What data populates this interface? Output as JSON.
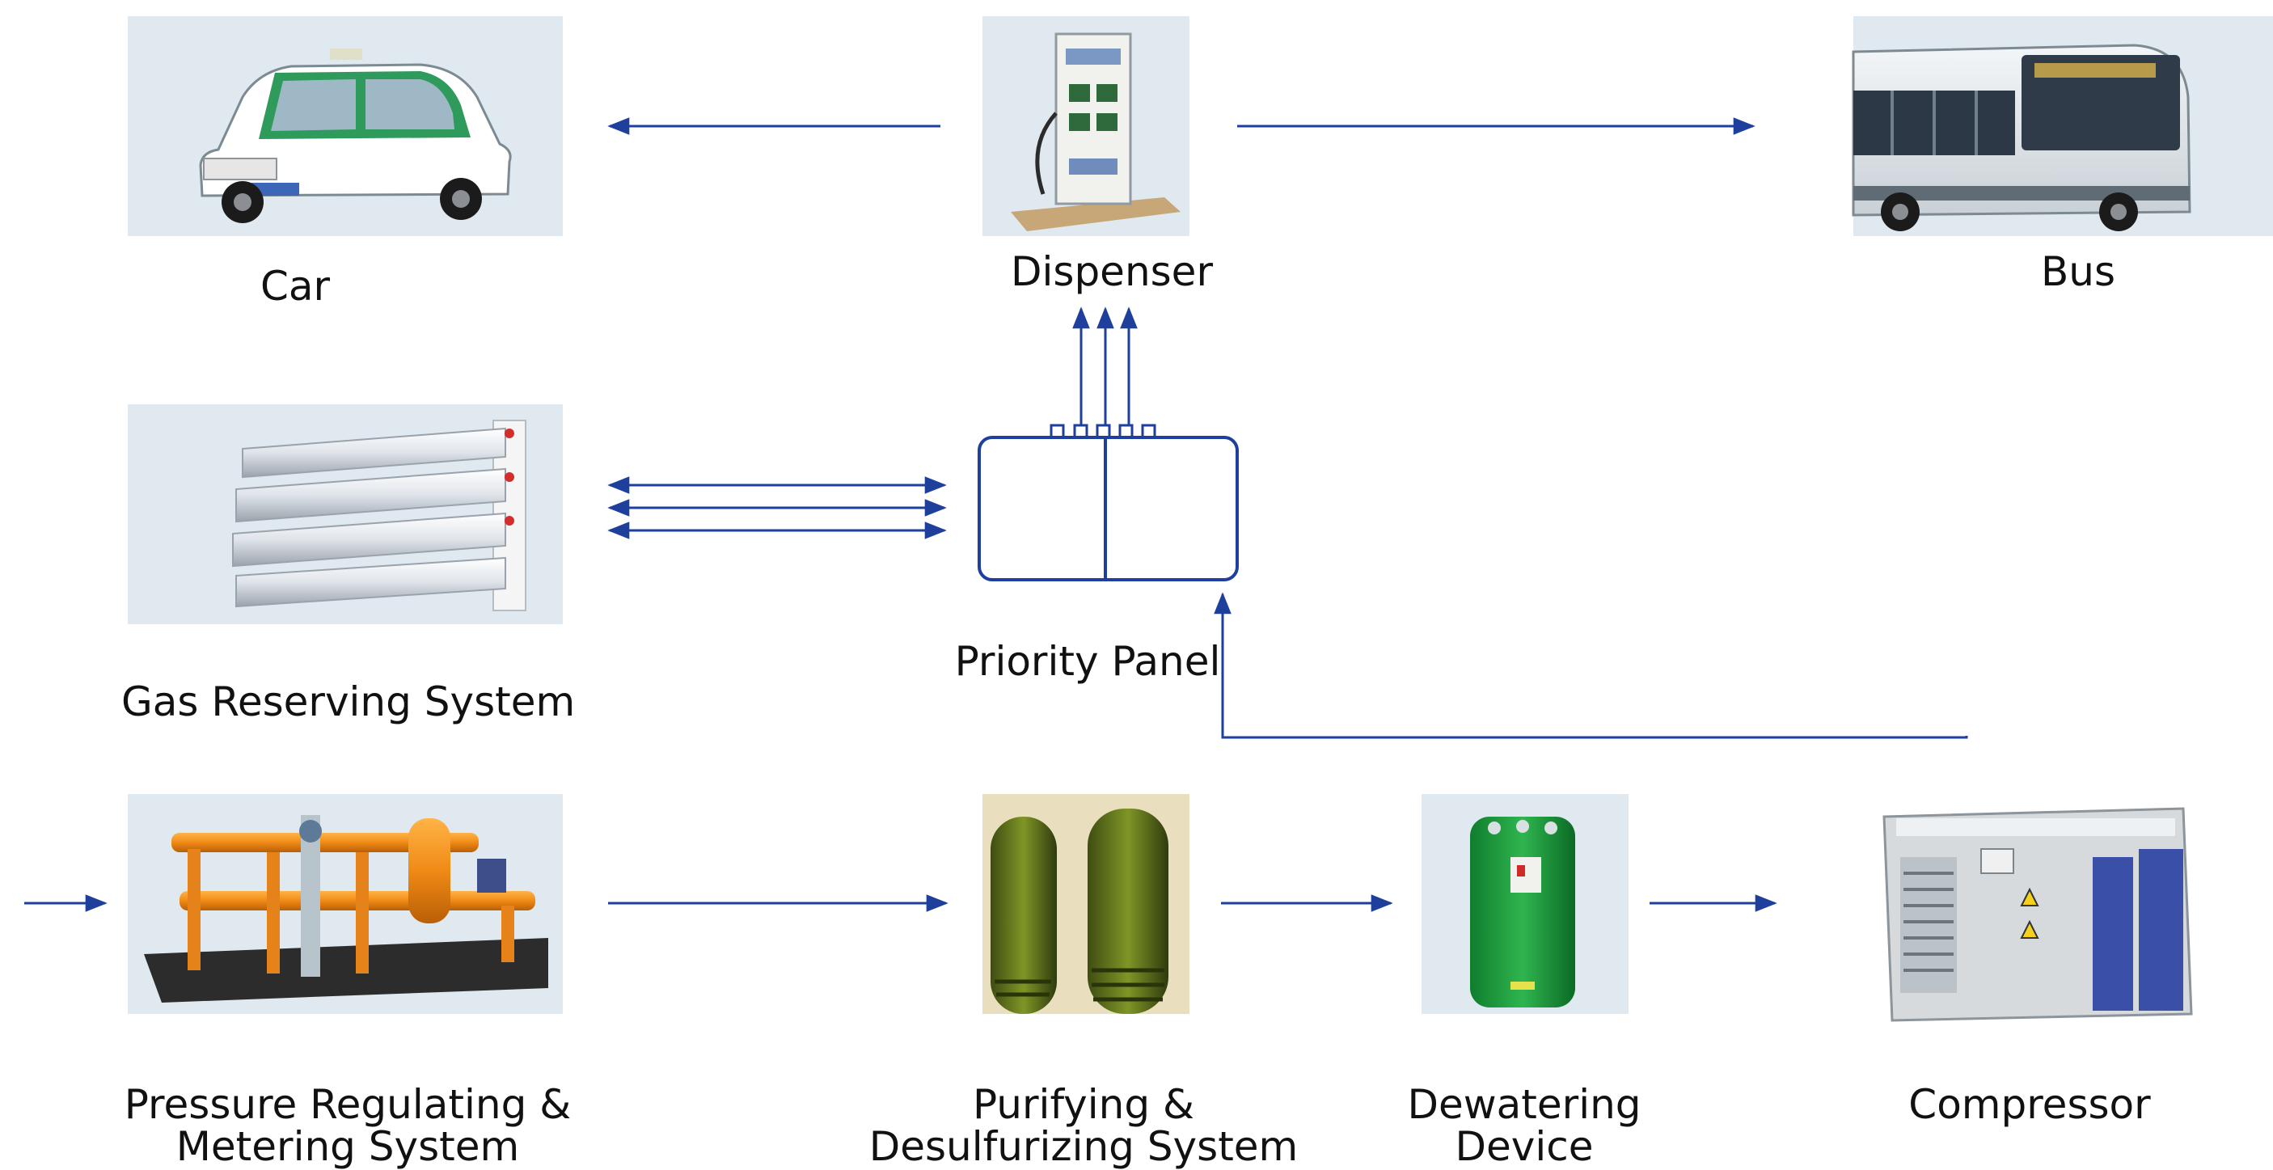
{
  "colors": {
    "arrow": "#1e3f9c",
    "photo_background": "#dfe9ef",
    "label_text": "#111111"
  },
  "nodes": {
    "car": {
      "label": "Car",
      "icon": "taxi-car-photo"
    },
    "dispenser": {
      "label": "Dispenser",
      "icon": "gas-dispenser-photo"
    },
    "bus": {
      "label": "Bus",
      "icon": "city-bus-photo"
    },
    "gas_reserving": {
      "label": "Gas Reserving System",
      "icon": "gas-cylinder-bank-photo"
    },
    "priority_panel": {
      "label": "Priority Panel",
      "icon": "priority-panel-schematic"
    },
    "pressure_regulating": {
      "line1": "Pressure Regulating &",
      "line2": "Metering System",
      "icon": "pipeline-skid-photo"
    },
    "purifying": {
      "line1": "Purifying &",
      "line2": "Desulfurizing System",
      "icon": "purifier-towers-photo"
    },
    "dewatering": {
      "line1": "Dewatering",
      "line2": "Device",
      "icon": "dryer-unit-photo"
    },
    "compressor": {
      "label": "Compressor",
      "icon": "compressor-enclosure-photo"
    }
  },
  "edges": [
    {
      "from": "inlet",
      "to": "pressure_regulating"
    },
    {
      "from": "pressure_regulating",
      "to": "purifying"
    },
    {
      "from": "purifying",
      "to": "dewatering"
    },
    {
      "from": "dewatering",
      "to": "compressor"
    },
    {
      "from": "compressor",
      "to": "priority_panel"
    },
    {
      "from": "priority_panel",
      "to": "gas_reserving",
      "bidirectional": true,
      "count": 3
    },
    {
      "from": "priority_panel",
      "to": "dispenser",
      "count": 3
    },
    {
      "from": "dispenser",
      "to": "car"
    },
    {
      "from": "dispenser",
      "to": "bus"
    }
  ]
}
